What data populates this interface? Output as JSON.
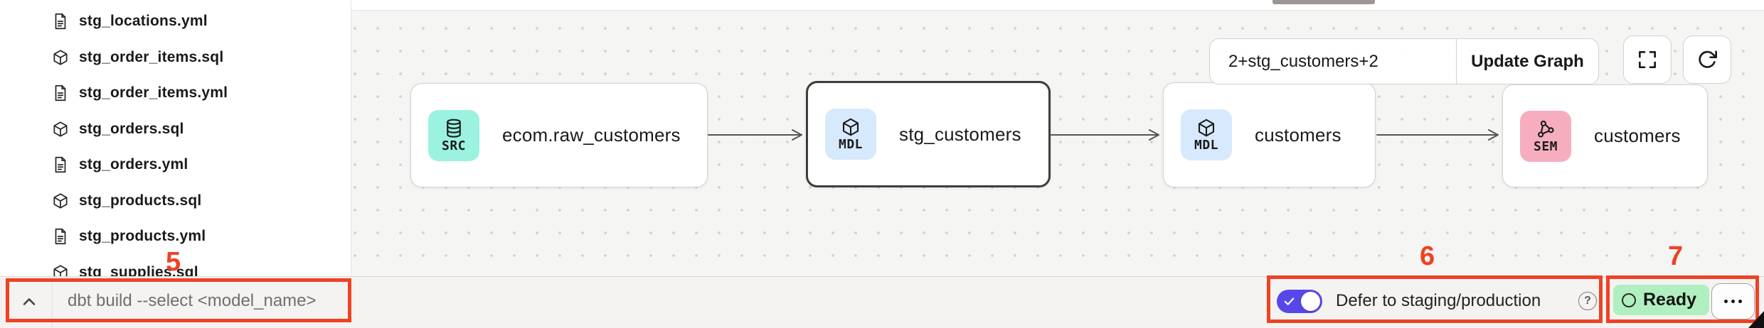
{
  "sidebar": {
    "files": [
      {
        "name": "stg_locations.yml",
        "type": "yml"
      },
      {
        "name": "stg_order_items.sql",
        "type": "sql"
      },
      {
        "name": "stg_order_items.yml",
        "type": "yml"
      },
      {
        "name": "stg_orders.sql",
        "type": "sql"
      },
      {
        "name": "stg_orders.yml",
        "type": "yml"
      },
      {
        "name": "stg_products.sql",
        "type": "sql"
      },
      {
        "name": "stg_products.yml",
        "type": "yml"
      },
      {
        "name": "stg_supplies.sql",
        "type": "sql",
        "partially_visible": true
      }
    ]
  },
  "lineage": {
    "selector": {
      "value": "2+stg_customers+2",
      "update_button_label": "Update Graph"
    },
    "nodes": [
      {
        "badge": "SRC",
        "title": "ecom.raw_customers",
        "type": "source",
        "badge_color": "#9BF2E1",
        "selected": false
      },
      {
        "badge": "MDL",
        "title": "stg_customers",
        "type": "model",
        "badge_color": "#D7E9FC",
        "selected": true
      },
      {
        "badge": "MDL",
        "title": "customers",
        "type": "model",
        "badge_color": "#D7E9FC",
        "selected": false
      },
      {
        "badge": "SEM",
        "title": "customers",
        "type": "semantic_model",
        "badge_color": "#F6AEBE",
        "selected": false
      }
    ],
    "edges": [
      {
        "from": "ecom.raw_customers",
        "to": "stg_customers"
      },
      {
        "from": "stg_customers",
        "to": "customers (model)"
      },
      {
        "from": "customers (model)",
        "to": "customers (semantic)"
      }
    ]
  },
  "command_bar": {
    "placeholder": "dbt build --select <model_name>"
  },
  "defer_toggle": {
    "label": "Defer to staging/production",
    "enabled": true,
    "color": "#5847E8"
  },
  "status": {
    "label": "Ready",
    "background": "#B0F0C0"
  },
  "annotations": {
    "color": "#EF4223",
    "labels": [
      "5",
      "6",
      "7"
    ]
  }
}
